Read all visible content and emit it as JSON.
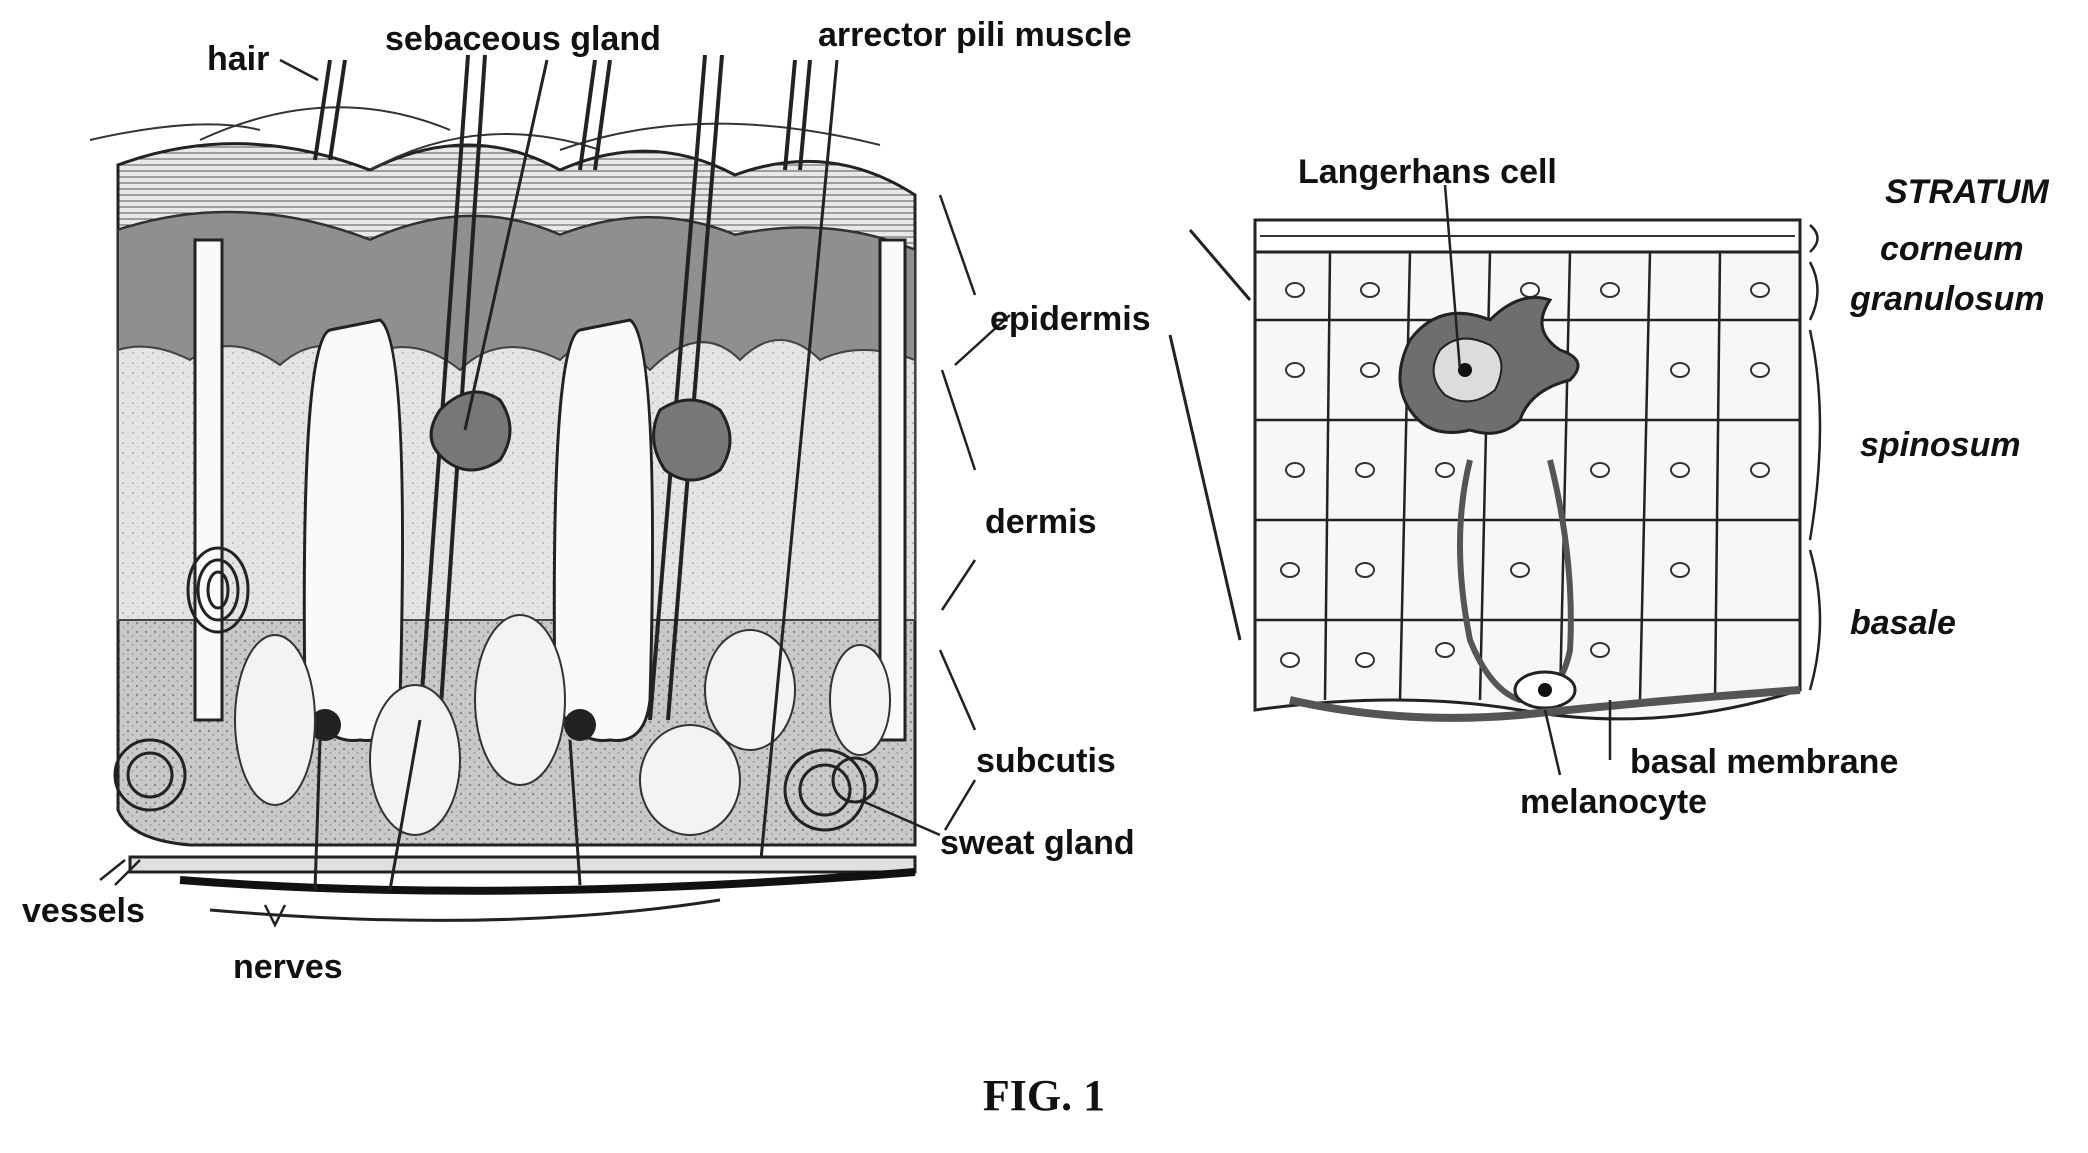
{
  "labels": {
    "hair": "hair",
    "sebaceous_gland": "sebaceous gland",
    "arrector_pili_muscle": "arrector pili muscle",
    "epidermis": "epidermis",
    "dermis": "dermis",
    "subcutis": "subcutis",
    "sweat_gland": "sweat gland",
    "vessels": "vessels",
    "nerves": "nerves",
    "langerhans_cell": "Langerhans cell",
    "stratum": "STRATUM",
    "corneum": "corneum",
    "granulosum": "granulosum",
    "spinosum": "spinosum",
    "basale": "basale",
    "basal_membrane": "basal membrane",
    "melanocyte": "melanocyte"
  },
  "caption": "FIG. 1"
}
